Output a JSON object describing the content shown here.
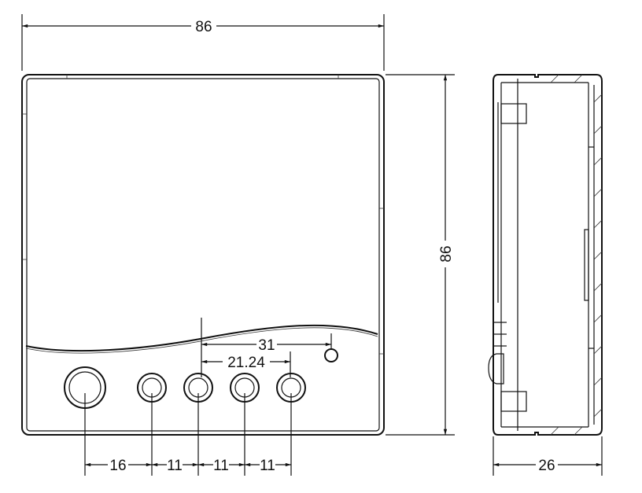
{
  "front_view": {
    "width_label": "86",
    "height_label": "86",
    "led_offset_label": "31",
    "button_span_label": "21.24",
    "button_spacing_labels": [
      "16",
      "11",
      "11",
      "11"
    ]
  },
  "side_view": {
    "depth_label": "26"
  },
  "colors": {
    "line": "#111111",
    "background": "#ffffff"
  }
}
